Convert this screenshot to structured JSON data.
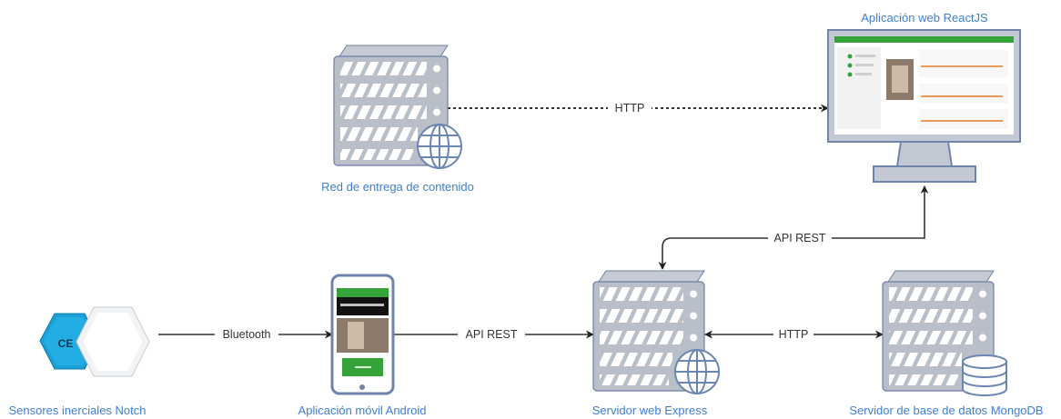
{
  "nodes": {
    "cdn": {
      "label": "Red de entrega de contenido",
      "icon": "server-globe-icon"
    },
    "webapp": {
      "label": "Aplicación web ReactJS",
      "icon": "monitor-icon"
    },
    "sensors": {
      "label": "Sensores inerciales Notch",
      "icon": "sensor-devices-icon",
      "device_text": "CE"
    },
    "mobile": {
      "label": "Aplicación móvil Android",
      "icon": "smartphone-icon"
    },
    "express": {
      "label": "Servidor web Express",
      "icon": "server-globe-icon"
    },
    "mongodb": {
      "label": "Servidor de base de datos MongoDB",
      "icon": "server-database-icon"
    }
  },
  "edges": {
    "cdn_webapp": {
      "label": "HTTP",
      "style": "dotted"
    },
    "express_webapp": {
      "label": "API REST",
      "style": "solid"
    },
    "sensors_mobile": {
      "label": "Bluetooth",
      "style": "solid"
    },
    "mobile_express": {
      "label": "API REST",
      "style": "solid"
    },
    "express_mongodb": {
      "label": "HTTP",
      "style": "solid",
      "bidirectional": true
    }
  },
  "colors": {
    "node_label": "#3f7fd0",
    "server_body": "#b9bfc8",
    "server_outline": "#6b7fa6",
    "globe": "#6b86b3",
    "phone_frame": "#6f84ad",
    "app_green": "#35a23a",
    "sensor_blue": "#1aa0d6",
    "edge": "#222222"
  }
}
